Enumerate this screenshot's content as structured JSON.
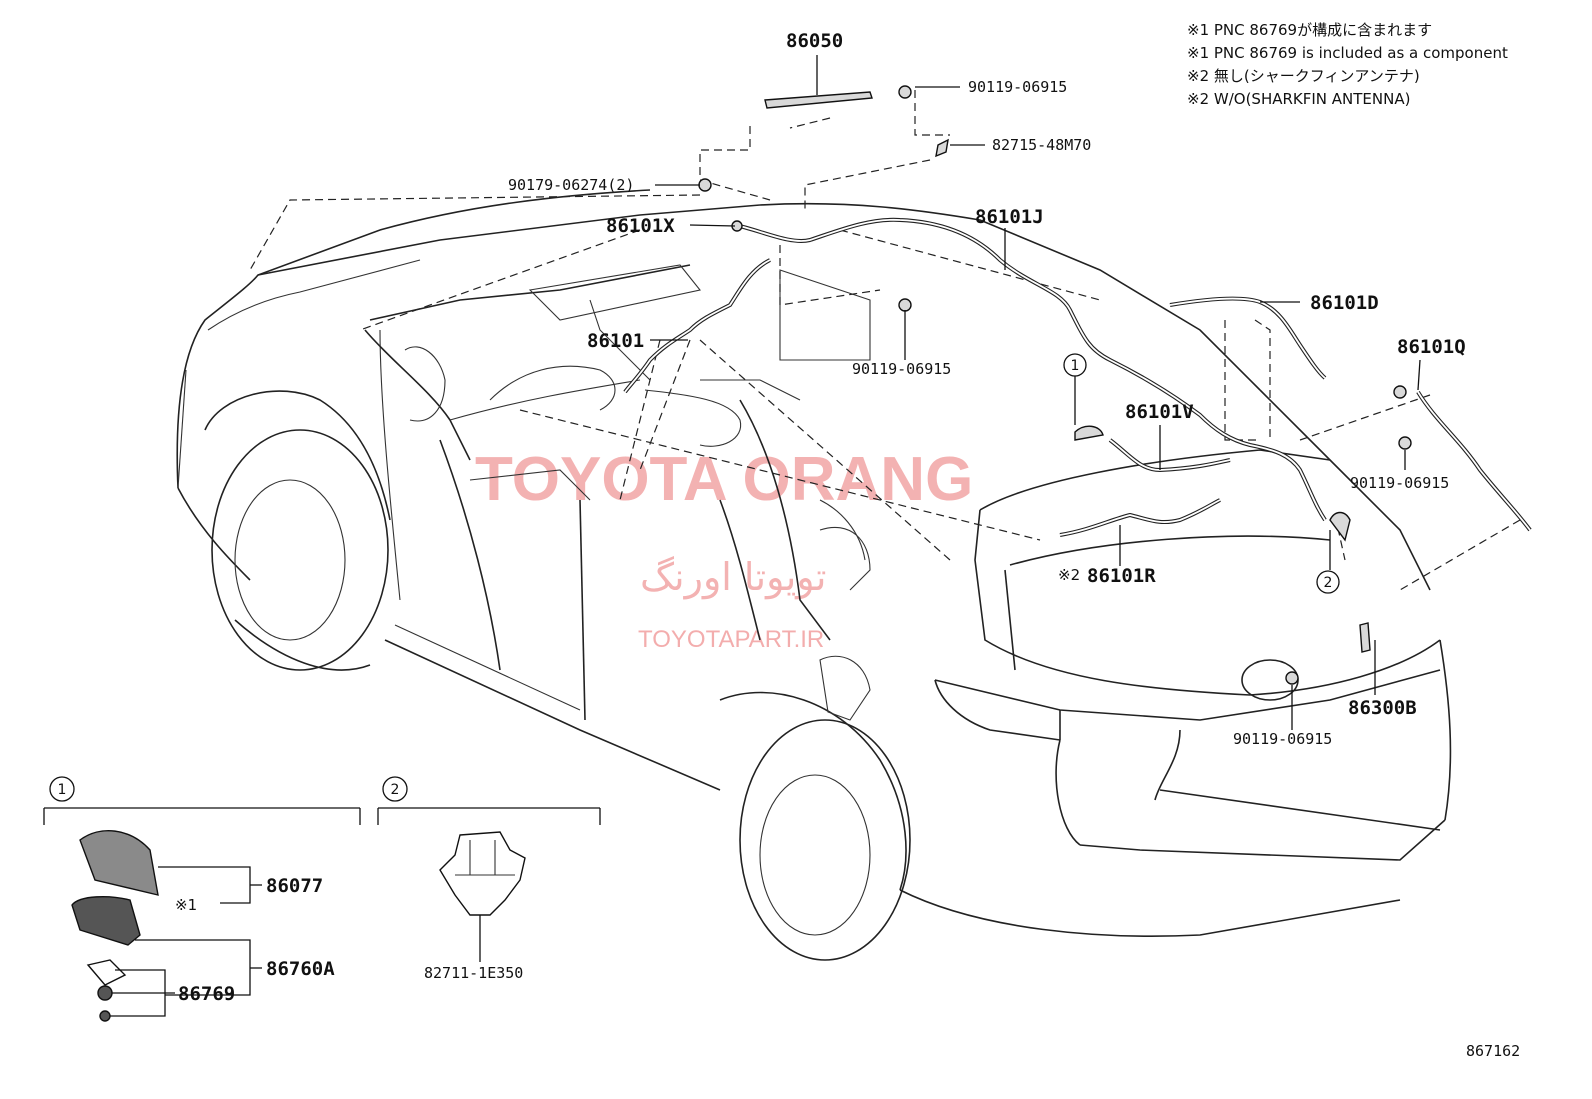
{
  "notes": {
    "n1_ja": "※1 PNC 86769が構成に含まれます",
    "n1_en": "※1 PNC 86769 is included as a component",
    "n2_ja": "※2 無し(シャークフィンアンテナ)",
    "n2_en": "※2 W/O(SHARKFIN ANTENNA)"
  },
  "watermark": {
    "title": "TOYOTA ORANG",
    "persian": "تویوتا اورنگ",
    "url": "TOYOTAPART.IR"
  },
  "parts": {
    "p86050": "86050",
    "p90119_top": "90119-06915",
    "p82715": "82715-48M70",
    "p90179": "90179-06274(2)",
    "p86101X": "86101X",
    "p86101J": "86101J",
    "p86101D": "86101D",
    "p86101Q": "86101Q",
    "p86101": "86101",
    "p90119_mid": "90119-06915",
    "p86101V": "86101V",
    "p90119_right": "90119-06915",
    "p86101R": "86101R",
    "p86101R_mark": "※2",
    "p86300B": "86300B",
    "p90119_rear": "90119-06915",
    "p86077": "86077",
    "p86077_mark": "※1",
    "p86760A": "86760A",
    "p86769": "86769",
    "p82711": "82711-1E350"
  },
  "callouts": {
    "c1": "1",
    "c2": "2"
  },
  "diagram_id": "867162"
}
